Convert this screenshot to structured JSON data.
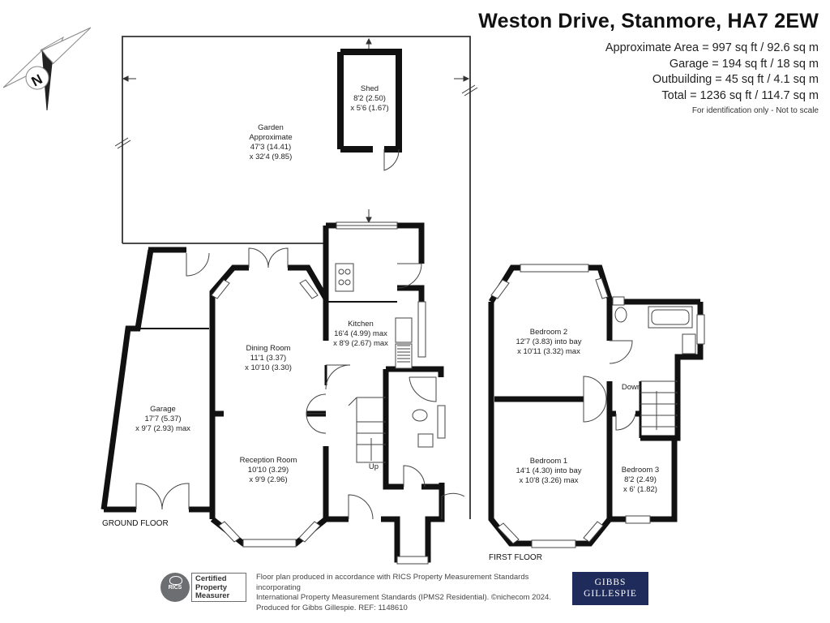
{
  "header": {
    "title": "Weston Drive, Stanmore, HA7 2EW"
  },
  "areas": {
    "approximate": "Approximate Area = 997 sq ft / 92.6 sq m",
    "garage": "Garage = 194 sq ft / 18 sq m",
    "outbuilding": "Outbuilding = 45 sq ft / 4.1 sq m",
    "total": "Total = 1236 sq ft / 114.7 sq m",
    "note": "For identification only - Not to scale"
  },
  "compass": {
    "letter": "N"
  },
  "rooms": {
    "shed": {
      "name": "Shed",
      "dim1": "8'2 (2.50)",
      "dim2": "x 5'6 (1.67)"
    },
    "garden": {
      "name": "Garden",
      "line2": "Approximate",
      "dim1": "47'3 (14.41)",
      "dim2": "x 32'4 (9.85)"
    },
    "kitchen": {
      "name": "Kitchen",
      "dim1": "16'4 (4.99) max",
      "dim2": "x 8'9 (2.67) max"
    },
    "dining": {
      "name": "Dining Room",
      "dim1": "11'1 (3.37)",
      "dim2": "x 10'10 (3.30)"
    },
    "garage": {
      "name": "Garage",
      "dim1": "17'7 (5.37)",
      "dim2": "x 9'7 (2.93) max"
    },
    "reception": {
      "name": "Reception Room",
      "dim1": "10'10 (3.29)",
      "dim2": "x 9'9 (2.96)"
    },
    "bedroom2": {
      "name": "Bedroom 2",
      "dim1": "12'7 (3.83) into bay",
      "dim2": "x 10'11 (3.32) max"
    },
    "bedroom1": {
      "name": "Bedroom 1",
      "dim1": "14'1 (4.30) into bay",
      "dim2": "x 10'8 (3.26) max"
    },
    "bedroom3": {
      "name": "Bedroom 3",
      "dim1": "8'2 (2.49)",
      "dim2": "x 6' (1.82)"
    },
    "stairs_up": "Up",
    "stairs_down": "Down"
  },
  "floors": {
    "ground": "GROUND FLOOR",
    "first": "FIRST FLOOR"
  },
  "footer": {
    "line1": "Floor plan produced in accordance with RICS Property Measurement Standards incorporating",
    "line2": "International Property Measurement Standards (IPMS2 Residential).  ©nichecom 2024.",
    "line3": "Produced for Gibbs Gillespie.   REF:  1148610",
    "rics_seal": "RICS",
    "rics_line1": "Certified",
    "rics_line2": "Property",
    "rics_line3": "Measurer",
    "agent_line1": "GIBBS",
    "agent_line2": "GILLESPIE"
  }
}
